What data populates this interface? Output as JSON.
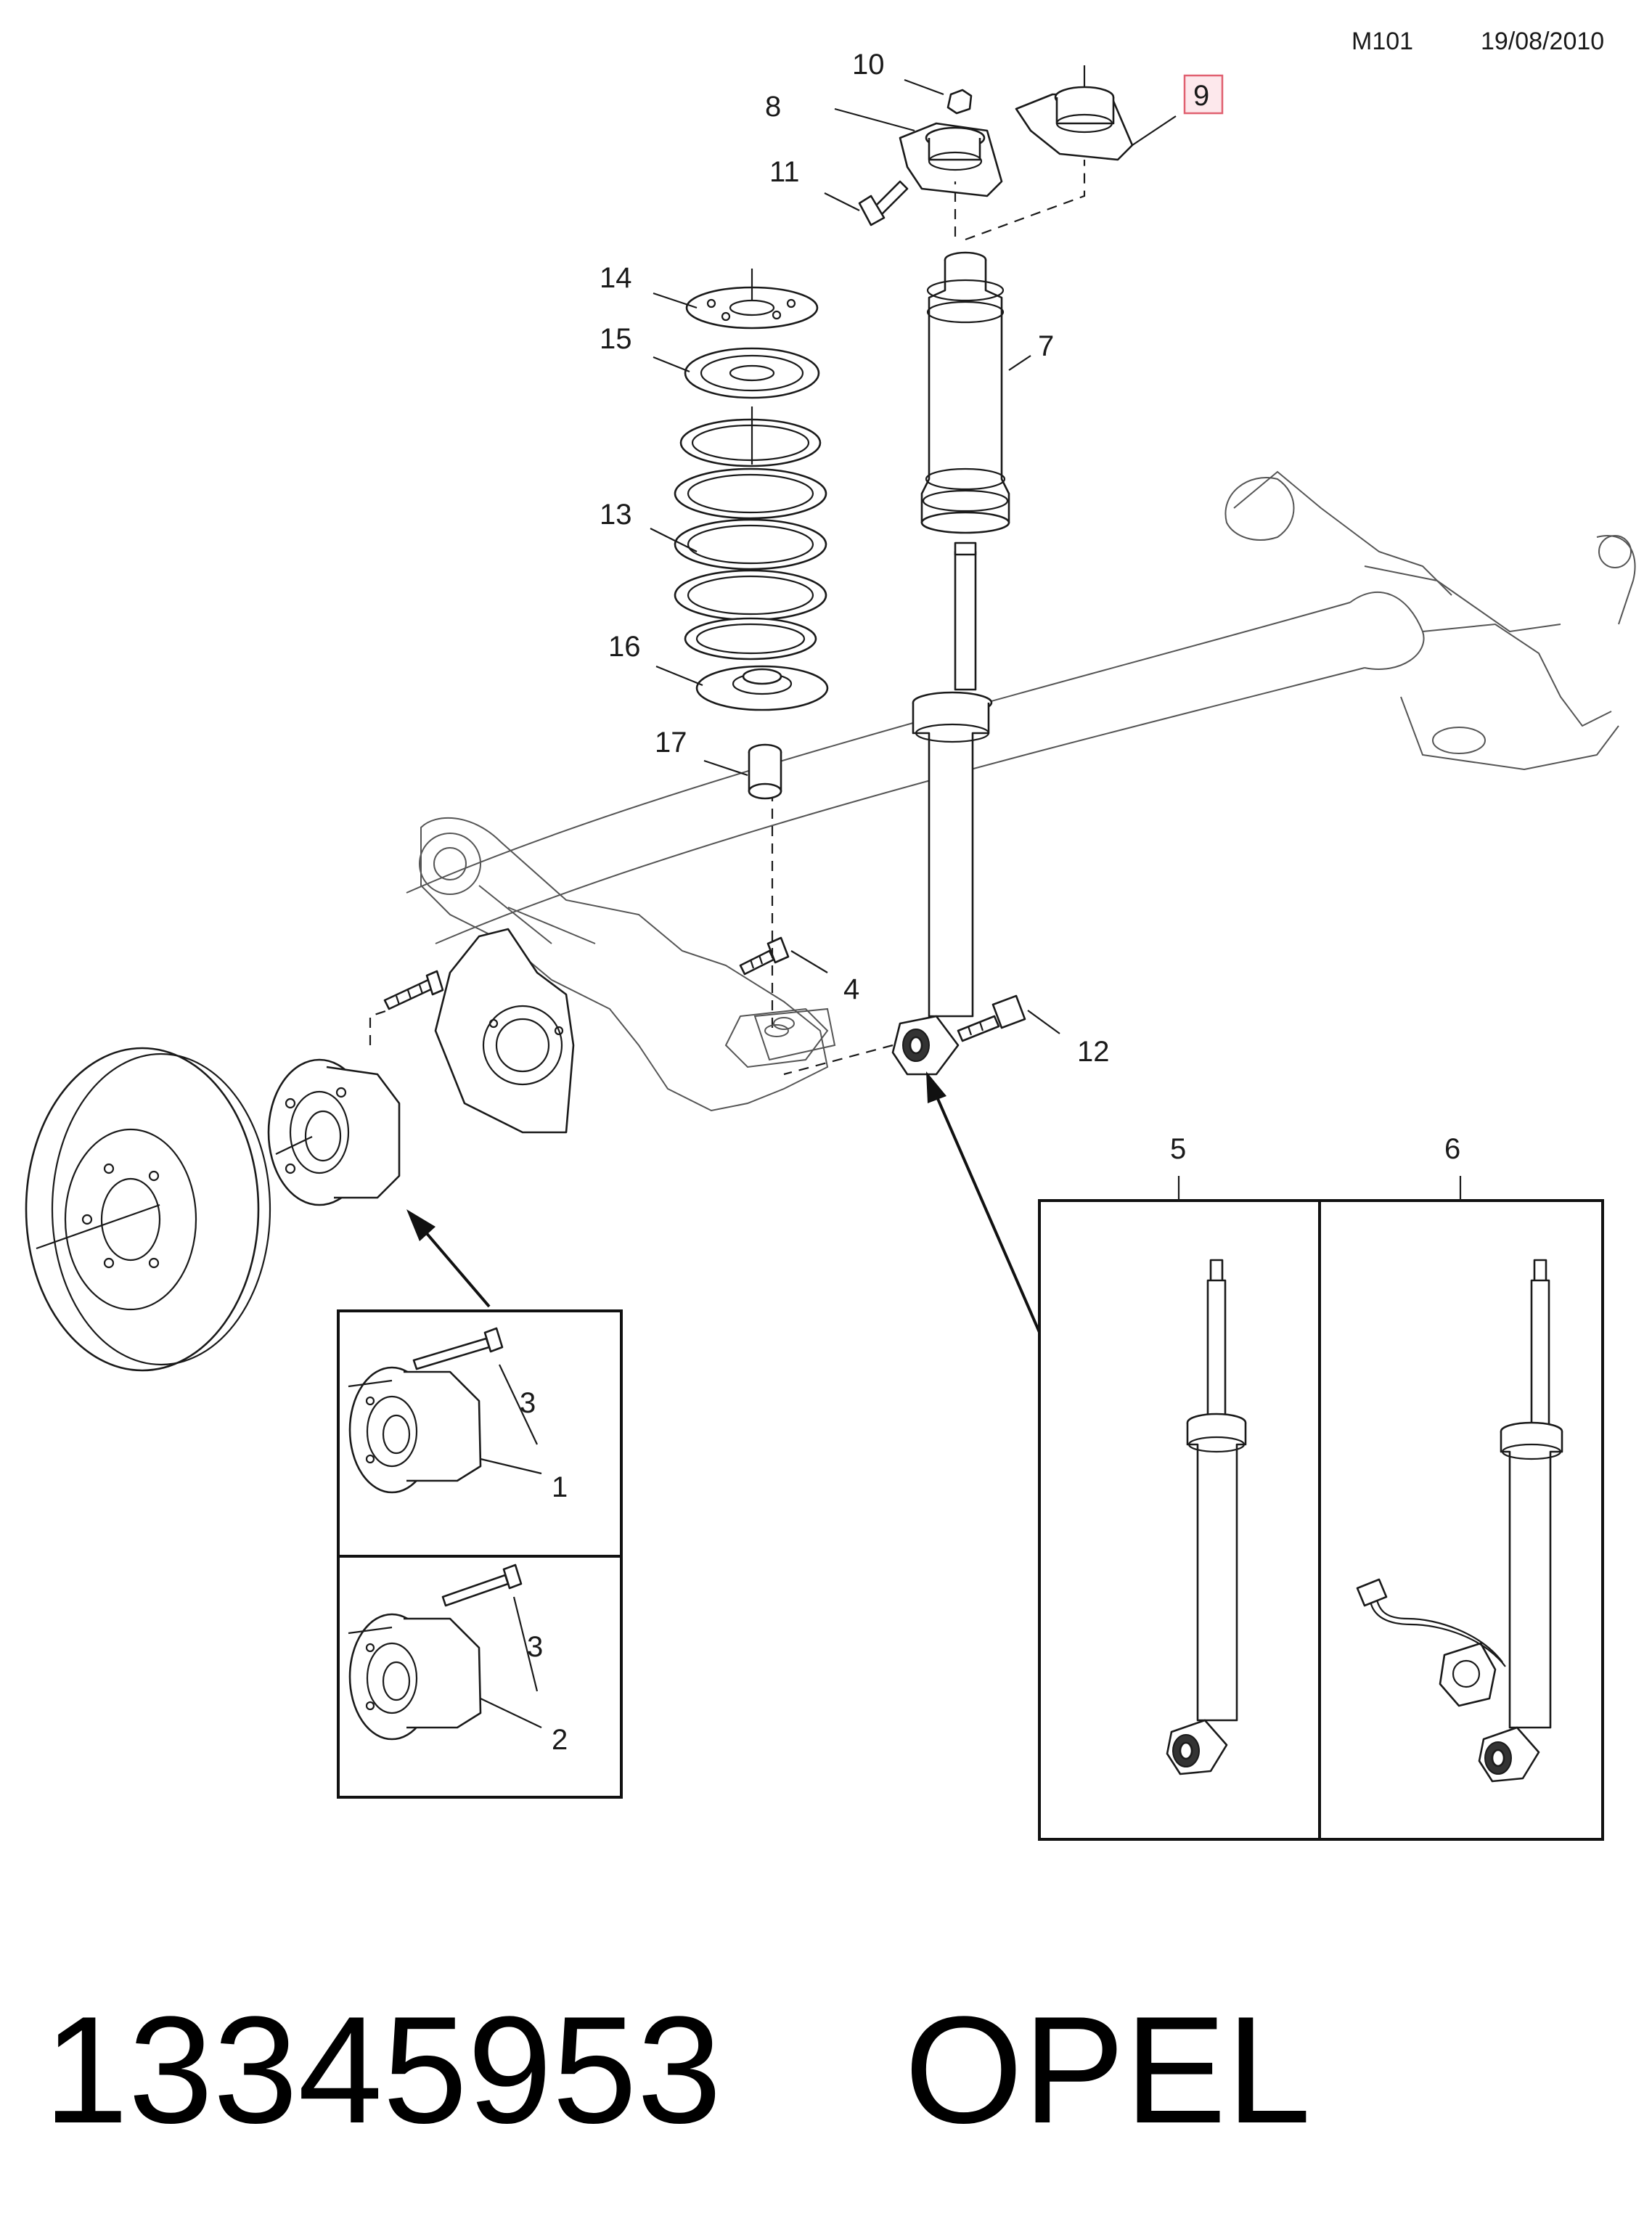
{
  "header": {
    "code": "M101",
    "date": "19/08/2010"
  },
  "callouts": {
    "n1": "1",
    "n2": "2",
    "n3a": "3",
    "n3b": "3",
    "n4": "4",
    "n5": "5",
    "n6": "6",
    "n7": "7",
    "n8": "8",
    "n9": "9",
    "n10": "10",
    "n11": "11",
    "n12": "12",
    "n13": "13",
    "n14": "14",
    "n15": "15",
    "n16": "16",
    "n17": "17"
  },
  "highlight": {
    "callout": "9",
    "color": "#e06070"
  },
  "footer": {
    "part_number": "13345953",
    "brand": "OPEL"
  }
}
